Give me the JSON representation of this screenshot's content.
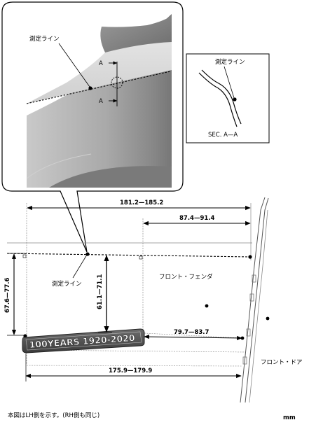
{
  "diagram": {
    "labels": {
      "measure_line": "測定ライン",
      "section_a": "A",
      "section_view_title": "測定ライン",
      "section_caption": "SEC. A—A",
      "front_fender": "フロント・フェンダ",
      "front_door": "フロント・ドア",
      "emblem_text": "100YEARS 1920-2020"
    },
    "dimensions": {
      "top_overall": "181.2—185.2",
      "top_partial": "87.4—91.4",
      "left_vertical": "67.6—77.6",
      "center_vertical": "61.1—71.1",
      "right_horizontal": "79.7—83.7",
      "bottom_overall": "175.9—179.9"
    },
    "footer": {
      "note": "本図はLH側を示す。(RH側も同じ)",
      "unit": "mm"
    }
  }
}
